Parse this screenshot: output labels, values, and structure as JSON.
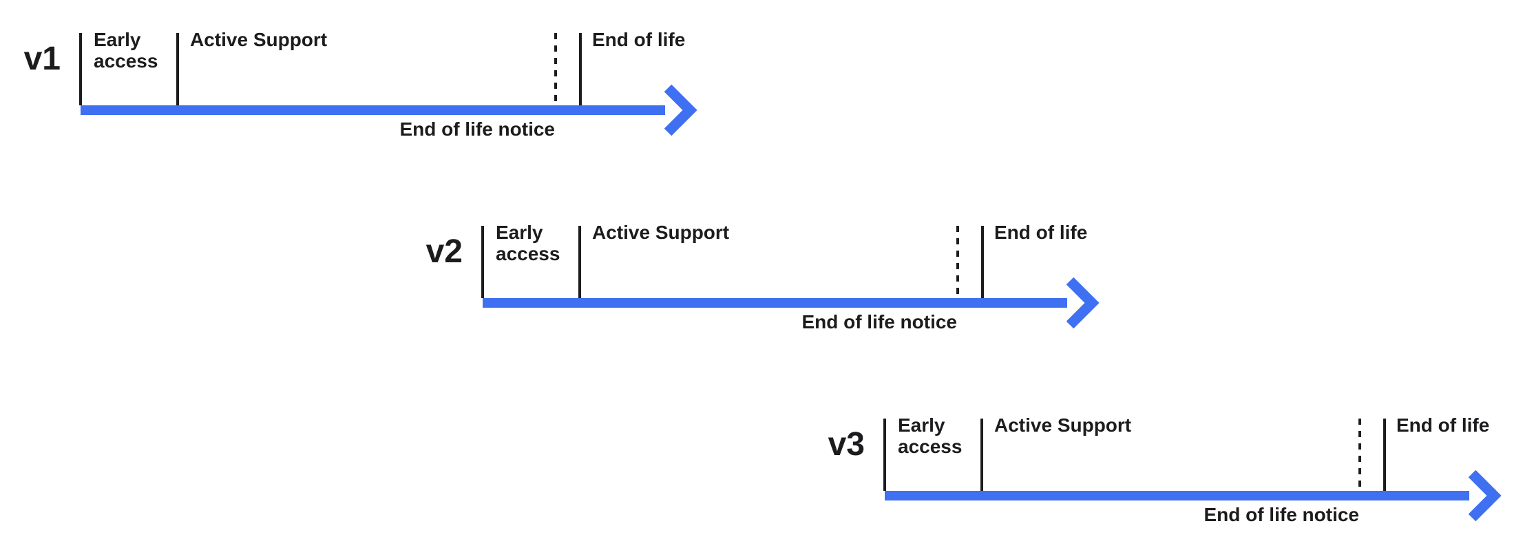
{
  "title_implied": "Version support lifecycle timelines",
  "colors": {
    "arrow_blue": "#3f70f2",
    "ink": "#1c1c1e",
    "background": "#ffffff"
  },
  "phase_names": [
    "Early access",
    "Active Support",
    "End of life notice",
    "End of life"
  ],
  "timelines": [
    {
      "id": "v1",
      "label": "v1",
      "phases": {
        "early_access": "Early\naccess",
        "active_support": "Active Support",
        "end_of_life": "End of life",
        "eol_notice": "End of life notice"
      }
    },
    {
      "id": "v2",
      "label": "v2",
      "phases": {
        "early_access": "Early\naccess",
        "active_support": "Active Support",
        "end_of_life": "End of life",
        "eol_notice": "End of life notice"
      }
    },
    {
      "id": "v3",
      "label": "v3",
      "phases": {
        "early_access": "Early\naccess",
        "active_support": "Active Support",
        "end_of_life": "End of life",
        "eol_notice": "End of life notice"
      }
    }
  ]
}
